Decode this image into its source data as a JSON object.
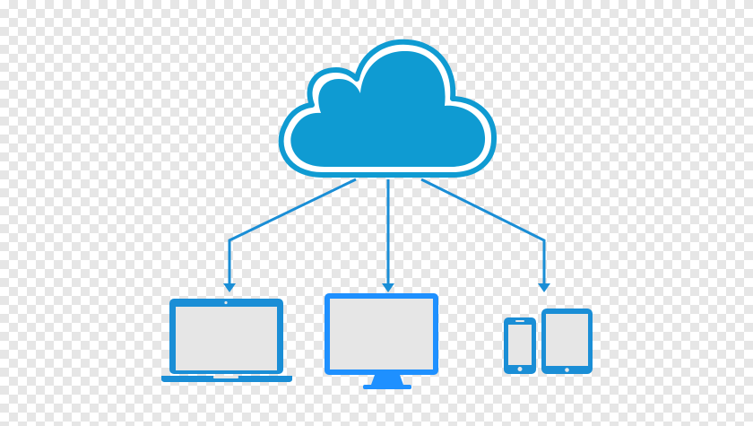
{
  "diagram": {
    "type": "cloud-sync-illustration",
    "nodes": [
      {
        "id": "cloud",
        "icon": "cloud-icon"
      },
      {
        "id": "laptop",
        "icon": "laptop-icon"
      },
      {
        "id": "desktop",
        "icon": "desktop-monitor-icon"
      },
      {
        "id": "phone",
        "icon": "smartphone-icon"
      },
      {
        "id": "tablet",
        "icon": "tablet-icon"
      }
    ],
    "edges": [
      {
        "from": "cloud",
        "to": "laptop"
      },
      {
        "from": "cloud",
        "to": "desktop"
      },
      {
        "from": "cloud",
        "to": "mobile-devices"
      }
    ]
  },
  "colors": {
    "cloud_fill": "#0f9bd2",
    "device_blue": "#1a8ed6",
    "desktop_blue": "#1e90ff",
    "screen_fill": "#e6e6e6",
    "background_checker": "#e6e6e6"
  }
}
